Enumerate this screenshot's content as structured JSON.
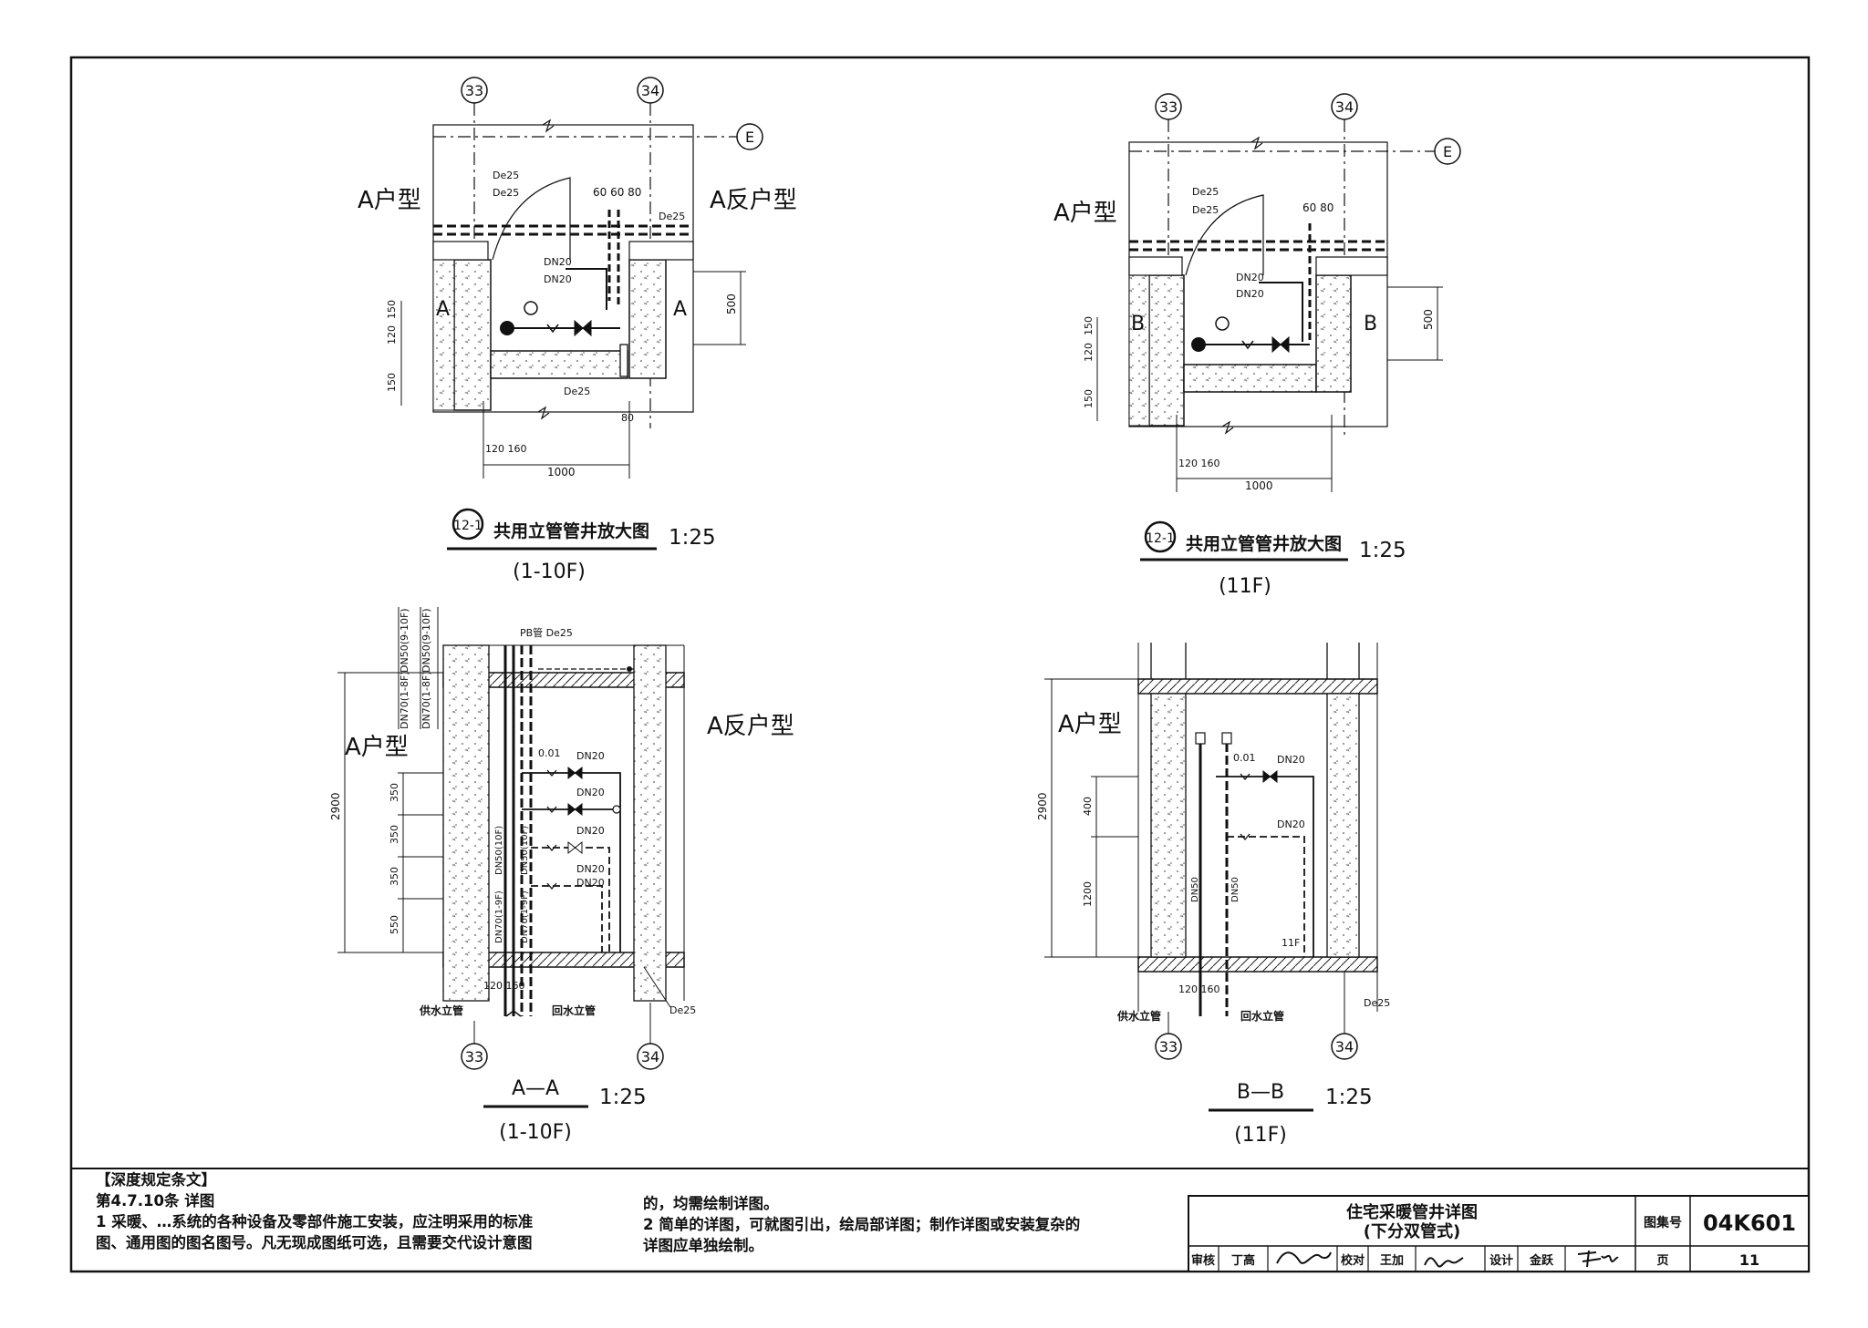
{
  "plan_a": {
    "axis_33": "33",
    "axis_34": "34",
    "axis_e": "E",
    "left_unit": "A户型",
    "right_unit": "A反户型",
    "section_mark": "A",
    "pipe_labels": [
      "De25",
      "De25",
      "De25",
      "De25"
    ],
    "dn_labels": [
      "DN20",
      "DN20"
    ],
    "top_dims": "60 60 80",
    "dim_500": "500",
    "dim_150_a": "150",
    "dim_120": "120",
    "dim_150_b": "150",
    "dim_80": "80",
    "dim_120_160": "120 160",
    "dim_1000": "1000",
    "detail_no": "12-1",
    "title": "共用立管管井放大图",
    "scale": "1:25",
    "floors": "(1-10F)"
  },
  "plan_b": {
    "axis_33": "33",
    "axis_34": "34",
    "axis_e": "E",
    "left_unit": "A户型",
    "section_mark": "B",
    "pipe_labels": [
      "De25",
      "De25"
    ],
    "dn_labels": [
      "DN20",
      "DN20"
    ],
    "top_dims": "60 80",
    "dim_500": "500",
    "dim_150_a": "150",
    "dim_120": "120",
    "dim_150_b": "150",
    "dim_120_160": "120 160",
    "dim_1000": "1000",
    "detail_no": "12-1",
    "title": "共用立管管井放大图",
    "scale": "1:25",
    "floors": "(11F)"
  },
  "section_a": {
    "pb_label": "PB管 De25",
    "vert_top_labels": [
      "DN50(9-10F)",
      "DN50(9-10F)",
      "DN70(1-8F)",
      "DN70(1-8F)"
    ],
    "left_unit": "A户型",
    "right_unit": "A反户型",
    "slope": "0.01",
    "dn_labels": [
      "DN20",
      "DN20",
      "DN20",
      "DN20",
      "DN20"
    ],
    "dim_total": "2900",
    "dims": [
      "350",
      "350",
      "350",
      "550"
    ],
    "riser_labels": [
      "DN50(10F)",
      "DN70(1-9F)",
      "DN50(10F)",
      "DN70(1-9F)"
    ],
    "bottom_dims": "120 160",
    "supply": "供水立管",
    "return": "回水立管",
    "de25": "De25",
    "axis_33": "33",
    "axis_34": "34",
    "title": "A—A",
    "scale": "1:25",
    "floors": "(1-10F)"
  },
  "section_b": {
    "left_unit": "A户型",
    "slope": "0.01",
    "dn_labels": [
      "DN20",
      "DN20"
    ],
    "dim_total": "2900",
    "dims": [
      "400",
      "1200"
    ],
    "riser_labels": [
      "DN50",
      "DN50"
    ],
    "floor_tag": "11F",
    "bottom_dims": "120 160",
    "supply": "供水立管",
    "return": "回水立管",
    "de25": "De25",
    "axis_33": "33",
    "axis_34": "34",
    "title": "B—B",
    "scale": "1:25",
    "floors": "(11F)"
  },
  "notes": {
    "heading": "【深度规定条文】",
    "clause": "第4.7.10条  详图",
    "line1": "1 采暖、…系统的各种设备及零部件施工安装，应注明采用的标准",
    "line2": "图、通用图的图名图号。凡无现成图纸可选，且需要交代设计意图",
    "line3": "的，均需绘制详图。",
    "line4": "2 简单的详图，可就图引出，绘局部详图；制作详图或安装复杂的",
    "line5": "详图应单独绘制。"
  },
  "title_block": {
    "title1": "住宅采暖管井详图",
    "title2": "(下分双管式)",
    "atlas_label": "图集号",
    "atlas_no": "04K601",
    "review_label": "审核",
    "review_name": "丁高",
    "check_label": "校对",
    "check_name": "王加",
    "design_label": "设计",
    "design_name": "金跃",
    "page_label": "页",
    "page_no": "11"
  }
}
